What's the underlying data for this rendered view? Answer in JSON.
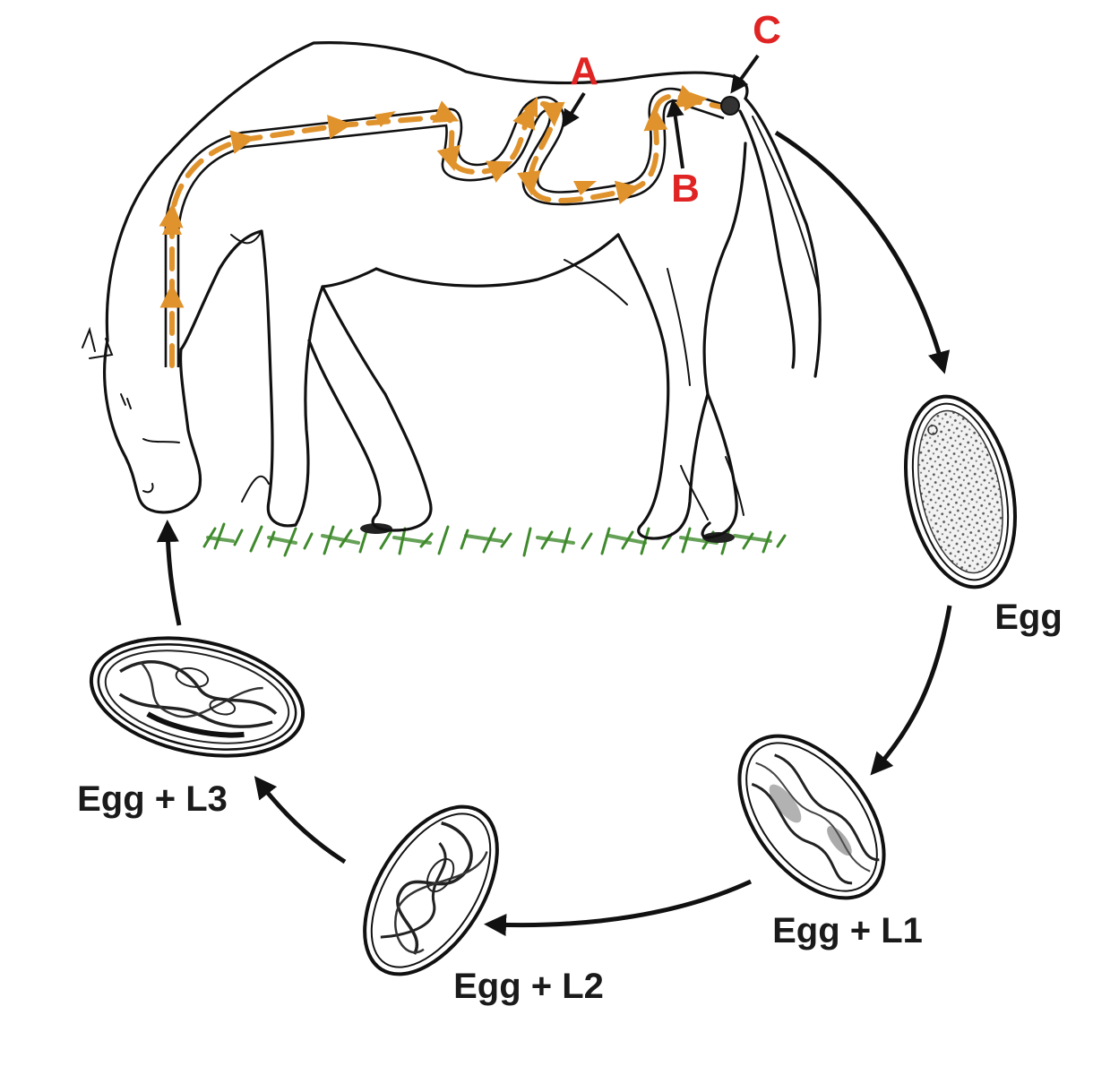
{
  "colors": {
    "migration_path": "#e0932c",
    "site_labels": "#e02424",
    "grass": "#3f8a2c",
    "ink": "#111111"
  },
  "host": {
    "icon": "horse-illustration"
  },
  "sites": {
    "a": "A",
    "b": "B",
    "c": "C"
  },
  "stages": {
    "egg": "Egg",
    "egg_l1": "Egg + L1",
    "egg_l2": "Egg + L2",
    "egg_l3": "Egg + L3"
  }
}
